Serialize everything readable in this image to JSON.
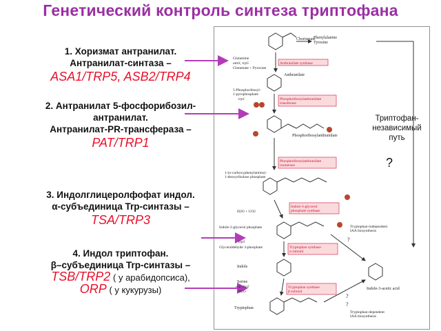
{
  "title": "Генетический контроль синтеза триптофана",
  "steps": [
    {
      "lines": [
        "1. Хоризмат  антранилат.",
        "Антранилат-синтаза –"
      ],
      "gene": "ASA1/TRP5, ASB2/TRP4"
    },
    {
      "lines": [
        "2. Антранилат  5-фосфорибозил-",
        "антранилат.",
        "Антранилат-PR-трансфераза –"
      ],
      "gene": "PAT/TRP1"
    },
    {
      "lines": [
        "3. Индолглицеролфофат  индол.",
        "α-субъединица Trp-синтазы –"
      ],
      "gene": "TSA/TRP3"
    },
    {
      "lines": [
        "4. Индол  триптофан.",
        "β–субъединица Trp-синтазы –"
      ],
      "gene": "TSB/TRP2",
      "gene_note": "( у арабидопсиса),",
      "gene2": "ORP",
      "gene2_note": "( у кукурузы)"
    }
  ],
  "pathway": {
    "compounds": [
      "Chorismate",
      "Anthranilate",
      "5-Phosphoribosyl-\n1-pyrophosphate",
      "Phosphoribosylanthranilate",
      "1-(o-carboxyphenylamino)-\n1-deoxyribulose phosphate",
      "Indole-3-glycerol phosphate",
      "Glyceraldehyde 3-phosphate",
      "Indole",
      "Serine",
      "Tryptophan",
      "Indole-3-acetic acid",
      "Phenylalanine\nTyrosine"
    ],
    "enzymes": [
      "Anthranilate synthase",
      "Phosphoribosylanthranilate\ntransferase",
      "Phosphoribosylanthranilate\nisomerase",
      "Indole-3-glycerol\nphosphate synthase",
      "Tryptophan synthase\nα subunit",
      "Tryptophan synthase\nβ subunit"
    ],
    "labels": [
      "Glutamine",
      "amt1, trp5",
      "Glutamate + Pyruvate",
      "trp1",
      "H2O + CO2",
      "trp3",
      "orp, trp2",
      "H2O",
      "Tryptophan-independent\nIAA biosynthesis",
      "Tryptophan-dependent\nIAA biosynthesis"
    ],
    "question_marks": [
      "?",
      "?",
      "?"
    ]
  },
  "side_text": "Триптофан-\nнезависимый\nпуть",
  "side_question": "?",
  "colors": {
    "title": "#9b2fa3",
    "gene": "#e8102a",
    "arrow": "#b23cb8",
    "enzyme_fill": "#fadadd",
    "enzyme_text": "#cc1133"
  }
}
